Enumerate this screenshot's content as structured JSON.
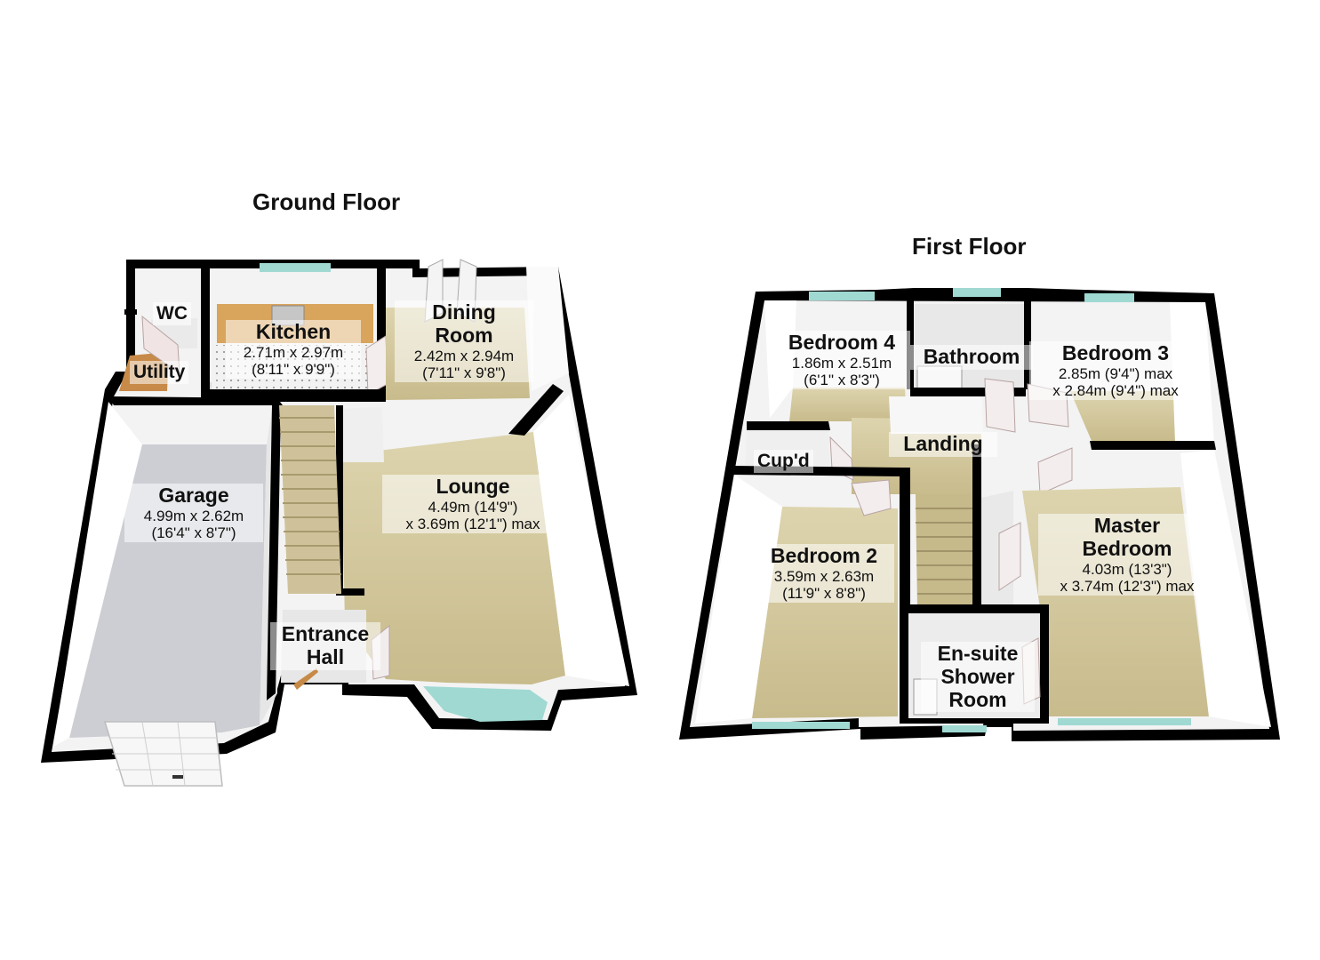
{
  "ground_floor": {
    "title": "Ground Floor",
    "rooms": {
      "wc": {
        "name": "WC"
      },
      "utility": {
        "name": "Utility"
      },
      "kitchen": {
        "name": "Kitchen",
        "dim1": "2.71m x 2.97m",
        "dim2": "(8'11\" x 9'9\")"
      },
      "dining": {
        "name1": "Dining",
        "name2": "Room",
        "dim1": "2.42m x 2.94m",
        "dim2": "(7'11\" x 9'8\")"
      },
      "lounge": {
        "name": "Lounge",
        "dim1": "4.49m (14'9\")",
        "dim2": "x 3.69m (12'1\") max"
      },
      "garage": {
        "name": "Garage",
        "dim1": "4.99m x 2.62m",
        "dim2": "(16'4\" x 8'7\")"
      },
      "entrance": {
        "name1": "Entrance",
        "name2": "Hall"
      }
    }
  },
  "first_floor": {
    "title": "First Floor",
    "rooms": {
      "bedroom4": {
        "name": "Bedroom 4",
        "dim1": "1.86m x 2.51m",
        "dim2": "(6'1\" x 8'3\")"
      },
      "bathroom": {
        "name": "Bathroom"
      },
      "bedroom3": {
        "name": "Bedroom 3",
        "dim1": "2.85m (9'4\") max",
        "dim2": "x 2.84m (9'4\") max"
      },
      "landing": {
        "name": "Landing"
      },
      "cupd": {
        "name": "Cup'd"
      },
      "bedroom2": {
        "name": "Bedroom 2",
        "dim1": "3.59m x 2.63m",
        "dim2": "(11'9\" x 8'8\")"
      },
      "master": {
        "name1": "Master",
        "name2": "Bedroom",
        "dim1": "4.03m (13'3\")",
        "dim2": "x 3.74m (12'3\") max"
      },
      "ensuite": {
        "name1": "En-suite",
        "name2": "Shower",
        "name3": "Room"
      }
    }
  },
  "colors": {
    "wall": "#000000",
    "wall_face": "#f4f4f4",
    "carpet": "#cbbf94",
    "garage_floor": "#cfd0d6",
    "kitchen_floor": "#d9a45c",
    "window": "#9fd9d2"
  }
}
